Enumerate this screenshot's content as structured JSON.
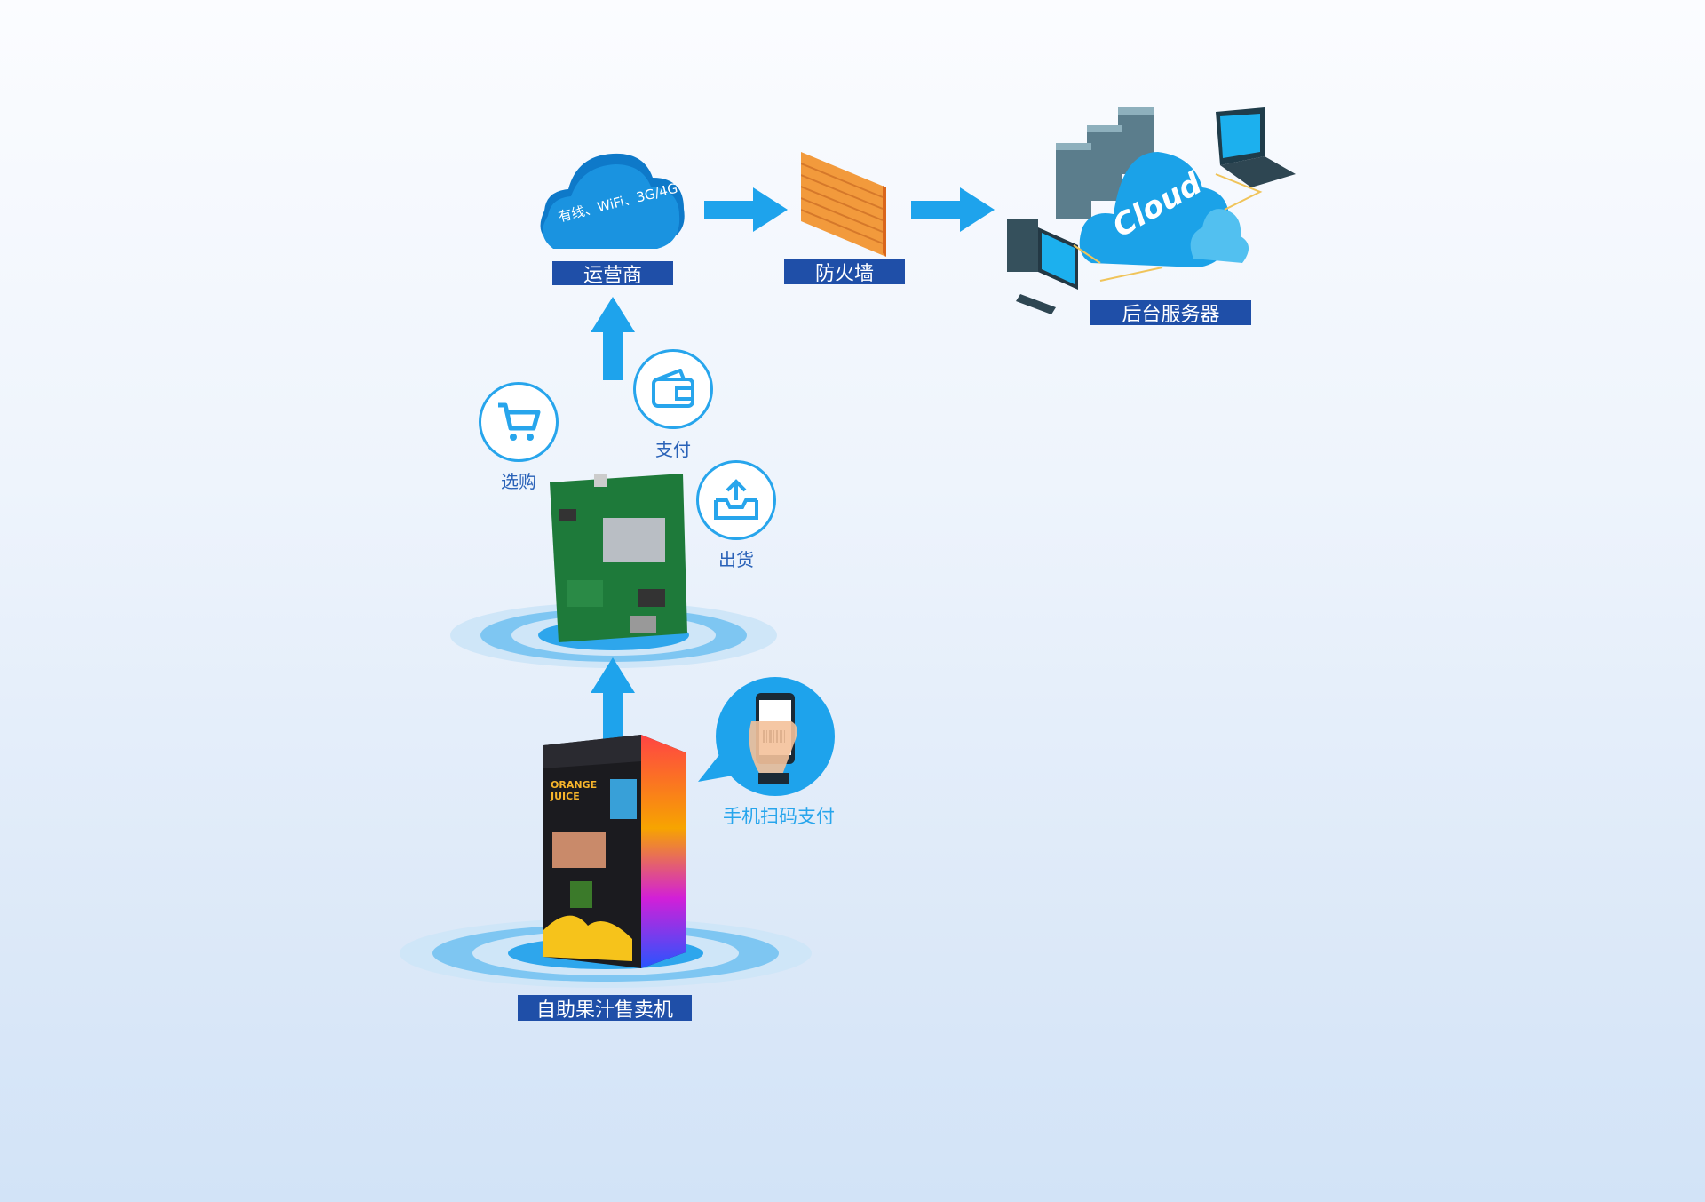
{
  "operator": {
    "cloud_text": "有线、WiFi、3G/4G",
    "label": "运营商"
  },
  "firewall": {
    "label": "防火墙"
  },
  "server": {
    "cloud_text": "Cloud",
    "label": "后台服务器"
  },
  "functions": [
    {
      "label": "选购",
      "icon": "cart-icon"
    },
    {
      "label": "支付",
      "icon": "wallet-icon"
    },
    {
      "label": "出货",
      "icon": "outbox-icon"
    }
  ],
  "payment": {
    "label": "手机扫码支付",
    "icon": "phone-scan-icon"
  },
  "machine": {
    "label": "自助果汁售卖机",
    "brand_line1": "ORANGE",
    "brand_line2": "JUICE"
  },
  "colors": {
    "accent": "#27a5ec",
    "label_bg": "#1f4fa8"
  }
}
